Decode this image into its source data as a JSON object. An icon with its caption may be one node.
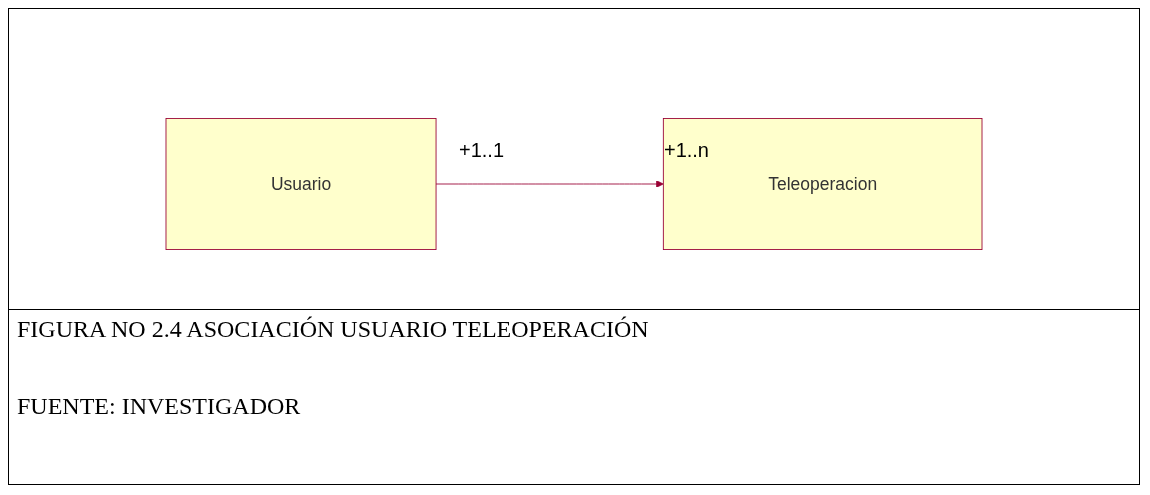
{
  "diagram": {
    "caption": "FIGURA NO 2.4 ASOCIACIÓN USUARIO TELEOPERACIÓN",
    "nodes": [
      {
        "text": [
          "Usuario"
        ]
      },
      {
        "text": [
          "Teleoperacion"
        ]
      }
    ],
    "edges": [
      {
        "from": 0,
        "to": 1,
        "arrow": "to"
      }
    ],
    "labels": [
      "+1..1",
      "+1..n",
      "FUENTE: INVESTIGADOR"
    ]
  }
}
